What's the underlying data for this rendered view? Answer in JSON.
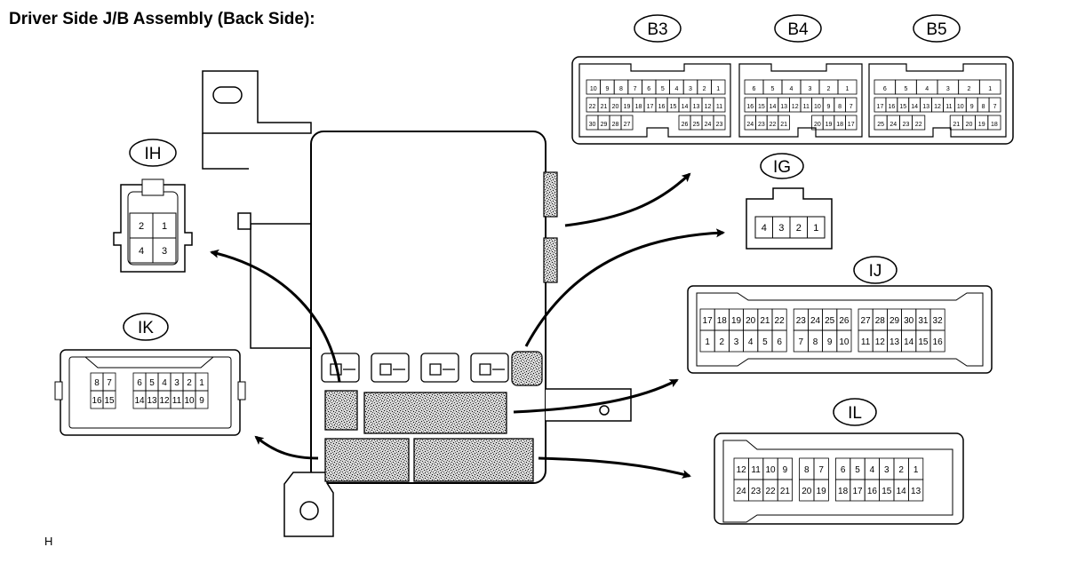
{
  "title": "Driver Side J/B Assembly (Back Side):",
  "footer_code": "H",
  "connectors": {
    "IH": {
      "label": "IH",
      "rows": [
        [
          "2",
          "1"
        ],
        [
          "4",
          "3"
        ]
      ]
    },
    "IK": {
      "label": "IK",
      "left_rows": [
        [
          "8",
          "7"
        ],
        [
          "16",
          "15"
        ]
      ],
      "right_rows": [
        [
          "6",
          "5",
          "4",
          "3",
          "2",
          "1"
        ],
        [
          "14",
          "13",
          "12",
          "11",
          "10",
          "9"
        ]
      ]
    },
    "B3": {
      "label": "B3",
      "rows": [
        [
          "10",
          "9",
          "8",
          "7",
          "6",
          "5",
          "4",
          "3",
          "2",
          "1"
        ],
        [
          "22",
          "21",
          "20",
          "19",
          "18",
          "17",
          "16",
          "15",
          "14",
          "13",
          "12",
          "11"
        ],
        [
          "30",
          "29",
          "28",
          "27",
          "",
          "",
          "",
          "",
          "26",
          "25",
          "24",
          "23"
        ]
      ]
    },
    "B4": {
      "label": "B4",
      "rows": [
        [
          "6",
          "5",
          "4",
          "3",
          "2",
          "1"
        ],
        [
          "16",
          "15",
          "14",
          "13",
          "12",
          "11",
          "10",
          "9",
          "8",
          "7"
        ],
        [
          "24",
          "23",
          "22",
          "21",
          "",
          "",
          "20",
          "19",
          "18",
          "17"
        ]
      ]
    },
    "B5": {
      "label": "B5",
      "rows": [
        [
          "6",
          "5",
          "4",
          "3",
          "2",
          "1"
        ],
        [
          "17",
          "16",
          "15",
          "14",
          "13",
          "12",
          "11",
          "10",
          "9",
          "8",
          "7"
        ],
        [
          "25",
          "24",
          "23",
          "22",
          "",
          "",
          "21",
          "20",
          "19",
          "18"
        ]
      ]
    },
    "IG": {
      "label": "IG",
      "pins": [
        "4",
        "3",
        "2",
        "1"
      ]
    },
    "IJ": {
      "label": "IJ",
      "groups": [
        {
          "top": [
            "17",
            "18",
            "19",
            "20",
            "21",
            "22"
          ],
          "bottom": [
            "1",
            "2",
            "3",
            "4",
            "5",
            "6"
          ]
        },
        {
          "top": [
            "23",
            "24",
            "25",
            "26"
          ],
          "bottom": [
            "7",
            "8",
            "9",
            "10"
          ]
        },
        {
          "top": [
            "27",
            "28",
            "29",
            "30",
            "31",
            "32"
          ],
          "bottom": [
            "11",
            "12",
            "13",
            "14",
            "15",
            "16"
          ]
        }
      ]
    },
    "IL": {
      "label": "IL",
      "groups": [
        {
          "top": [
            "12",
            "11",
            "10",
            "9"
          ],
          "bottom": [
            "24",
            "23",
            "22",
            "21"
          ]
        },
        {
          "top": [
            "8",
            "7"
          ],
          "bottom": [
            "20",
            "19"
          ]
        },
        {
          "top": [
            "6",
            "5",
            "4",
            "3",
            "2",
            "1"
          ],
          "bottom": [
            "18",
            "17",
            "16",
            "15",
            "14",
            "13"
          ]
        }
      ]
    }
  }
}
